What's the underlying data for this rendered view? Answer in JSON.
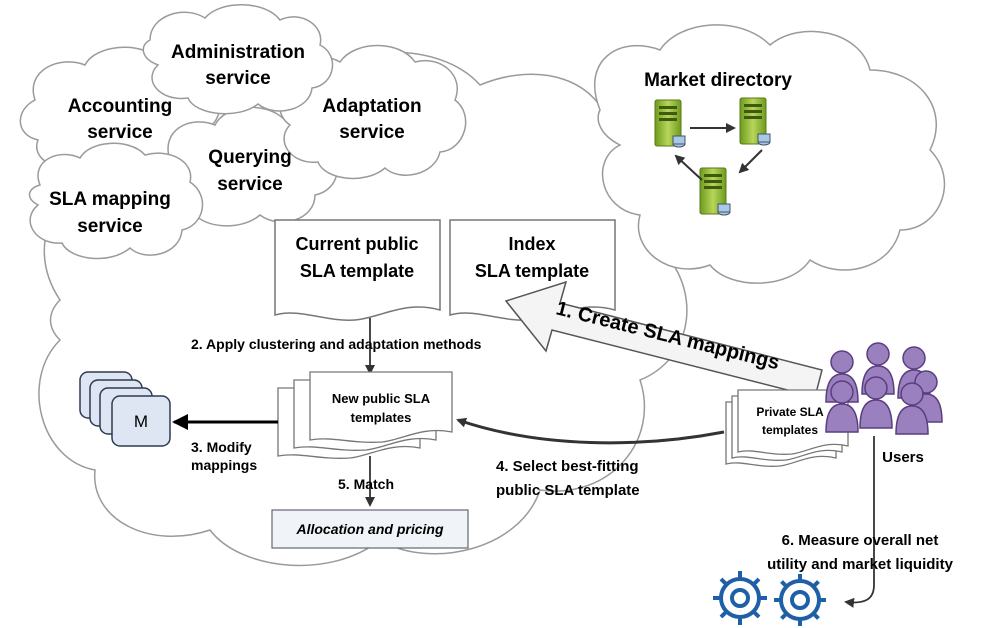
{
  "clouds": {
    "administration": [
      "Administration",
      "service"
    ],
    "accounting": [
      "Accounting",
      "service"
    ],
    "adaptation": [
      "Adaptation",
      "service"
    ],
    "querying": [
      "Querying",
      "service"
    ],
    "sla_mapping": [
      "SLA mapping",
      "service"
    ],
    "market_directory": "Market directory"
  },
  "documents": {
    "current_public": [
      "Current public",
      "SLA template"
    ],
    "index": [
      "Index",
      "SLA template"
    ],
    "new_public": [
      "New public SLA",
      "templates"
    ],
    "private": [
      "Private SLA",
      "templates"
    ]
  },
  "boxes": {
    "mapping_letter": "M",
    "allocation": "Allocation and pricing"
  },
  "steps": {
    "create": "1. Create SLA mappings",
    "apply": "2. Apply clustering and adaptation methods",
    "modify": [
      "3. Modify",
      "mappings"
    ],
    "select": [
      "4. Select best-fitting",
      "public SLA template"
    ],
    "match": "5. Match",
    "measure": [
      "6. Measure overall net",
      "utility and market liquidity"
    ]
  },
  "actors": {
    "users": "Users"
  },
  "colors": {
    "cloud_fill": "#ffffff",
    "cloud_stroke": "#9a9a9a",
    "doc_stroke": "#777777",
    "m_box_fill": "#dde6f2",
    "m_box_stroke": "#2e3a52",
    "server_green": "#8ab22e",
    "server_dark": "#5a7a16",
    "disk_blue": "#a8c8e8",
    "user_purple": "#9a80be",
    "user_stroke": "#5a3e80",
    "gear_blue": "#1f5fa8",
    "arrow_dark": "#333333",
    "big_arrow_fill": "#f4f4f4"
  },
  "icons": [
    "server-icon",
    "users-icon",
    "gears-icon"
  ]
}
